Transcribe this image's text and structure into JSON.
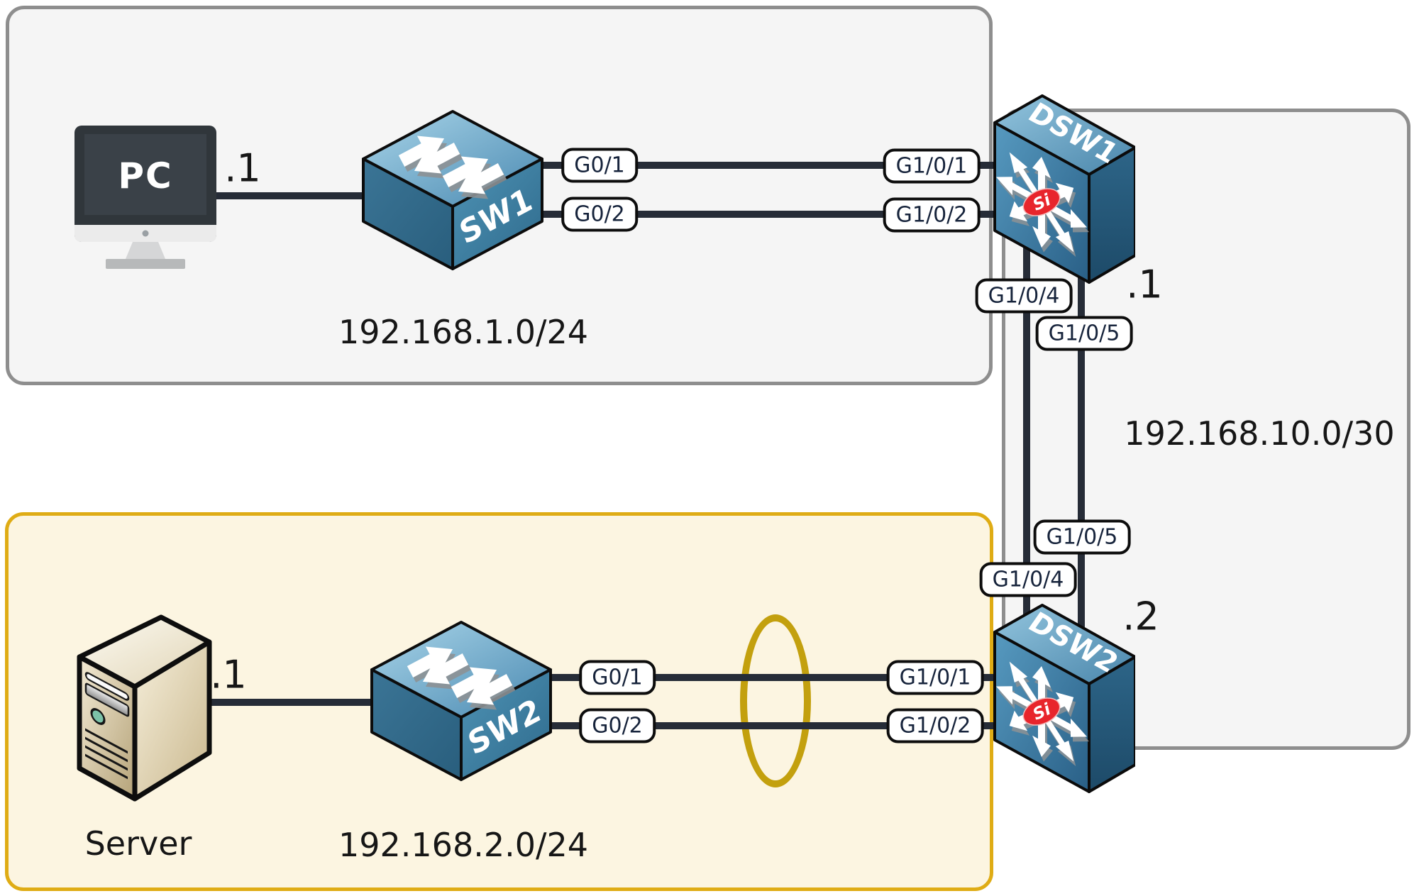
{
  "diagram": {
    "devices": {
      "pc": {
        "label": "PC",
        "address": ".1"
      },
      "server": {
        "label": "Server",
        "address": ".1"
      },
      "sw1": {
        "label": "SW1"
      },
      "sw2": {
        "label": "SW2"
      },
      "dsw1": {
        "label": "DSW1",
        "address": ".1",
        "badge": "Si"
      },
      "dsw2": {
        "label": "DSW2",
        "address": ".2",
        "badge": "Si"
      }
    },
    "subnets": {
      "lan1": "192.168.1.0/24",
      "lan2": "192.168.2.0/24",
      "core": "192.168.10.0/30"
    },
    "ports": {
      "sw1_g01": "G0/1",
      "sw1_g02": "G0/2",
      "dsw1_g101": "G1/0/1",
      "dsw1_g102": "G1/0/2",
      "dsw1_g104": "G1/0/4",
      "dsw1_g105": "G1/0/5",
      "dsw2_g105": "G1/0/5",
      "dsw2_g104": "G1/0/4",
      "sw2_g01": "G0/1",
      "sw2_g02": "G0/2",
      "dsw2_g101": "G1/0/1",
      "dsw2_g102": "G1/0/2"
    },
    "colors": {
      "zone_fill": "#f5f5f5",
      "zone_border": "#8e8e8e",
      "lan2_fill": "#fcf5e1",
      "lan2_border": "#dfac15",
      "link": "#262c37",
      "etherchannel_ring": "#c3a00e",
      "switch_blue": "#4c8cb3",
      "si_badge_red": "#e8252c"
    }
  }
}
